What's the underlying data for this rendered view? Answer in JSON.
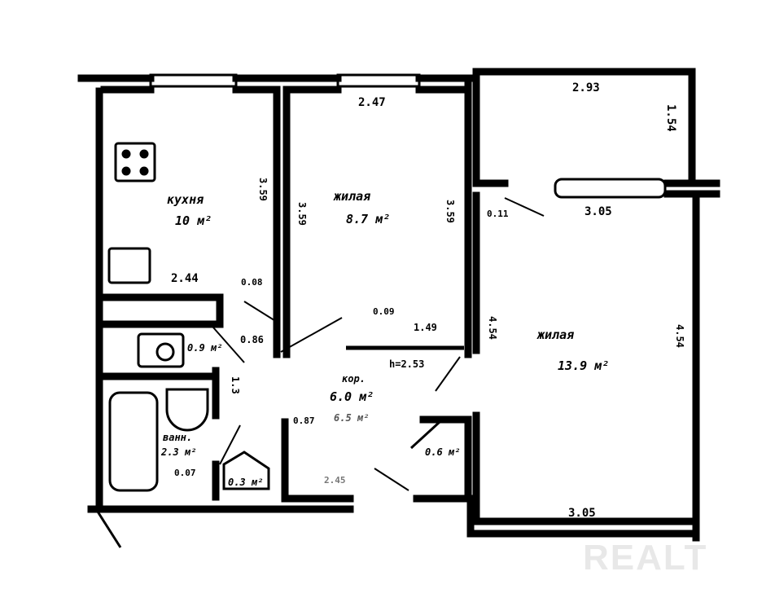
{
  "plan": {
    "rooms": [
      {
        "name": "кухня",
        "area": "10 м²"
      },
      {
        "name": "жилая",
        "area": "8.7 м²"
      },
      {
        "name": "жилая",
        "area": "13.9 м²"
      },
      {
        "name": "кор.",
        "area": "6.0 м²",
        "area2": "6.5 м²"
      },
      {
        "name": "ванн.",
        "area": "2.3 м²"
      },
      {
        "name": "",
        "area": "0.3 м²"
      },
      {
        "name": "",
        "area": "0.9 м²"
      },
      {
        "name": "",
        "area": "0.6 м²"
      }
    ],
    "dimensions": {
      "balcony_top": "2.93",
      "balcony_side": "1.54",
      "living_top": "3.05",
      "living_bottom": "3.05",
      "bedroom_top": "2.47",
      "kitchen_bottom": "2.44",
      "d008": "0.08",
      "d086": "0.86",
      "d009": "0.09",
      "d149": "1.49",
      "height": "h=2.53",
      "d011": "0.11",
      "kitchen_side": "3.59",
      "bedroom_side_l": "3.59",
      "bedroom_side_r": "3.59",
      "living_side_l": "4.54",
      "living_side_r": "4.54",
      "corridor_bottom": "2.45",
      "d087": "0.87",
      "d007": "0.07",
      "bath_side": "1.3"
    },
    "watermark": "REALT"
  }
}
